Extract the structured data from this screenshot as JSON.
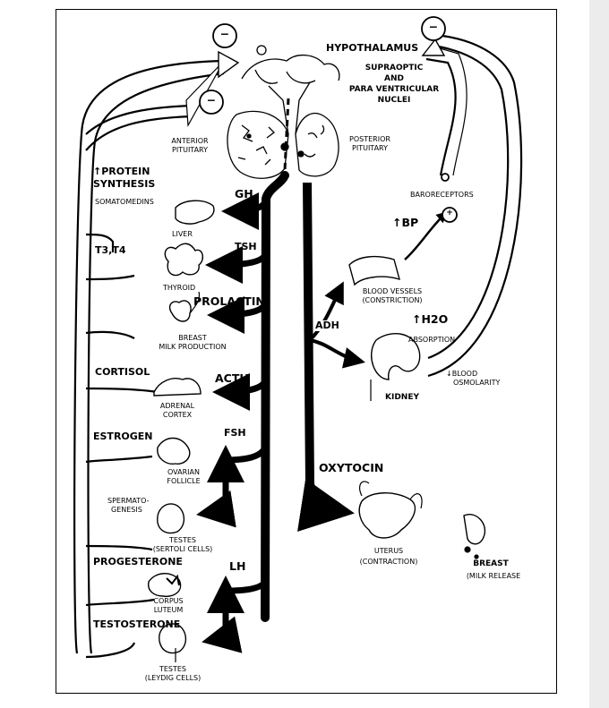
{
  "hypothalamus": "HYPOTHALAMUS",
  "supraoptic_1": "SUPRAOPTIC",
  "supraoptic_2": "AND",
  "supraoptic_3": "PARA VENTRICULAR",
  "supraoptic_4": "NUCLEI",
  "anterior_1": "ANTERIOR",
  "anterior_2": "PITUITARY",
  "posterior_1": "POSTERIOR",
  "posterior_2": "PITUITARY",
  "minus": "−",
  "plus": "+",
  "protein_1": "↑PROTEIN",
  "protein_2": "SYNTHESIS",
  "somatomedins": "SOMATOMEDINS",
  "gh": "GH",
  "liver": "LIVER",
  "t3t4": "T3,T4",
  "tsh": "TSH",
  "thyroid": "THYROID",
  "prolactin": "PROLACTIN",
  "breast_milk_1": "BREAST",
  "breast_milk_2": "MILK PRODUCTION",
  "cortisol": "CORTISOL",
  "acth": "ACTH",
  "adrenal_1": "ADRENAL",
  "adrenal_2": "CORTEX",
  "estrogen": "ESTROGEN",
  "fsh": "FSH",
  "ovarian_1": "OVARIAN",
  "ovarian_2": "FOLLICLE",
  "spermato_1": "SPERMATO-",
  "spermato_2": "GENESIS",
  "testes_sertoli_1": "TESTES",
  "testes_sertoli_2": "(SERTOLI CELLS)",
  "progesterone": "PROGESTERONE",
  "lh": "LH",
  "corpus_1": "CORPUS",
  "corpus_2": "LUTEUM",
  "testosterone": "TESTOSTERONE",
  "testes_leydig_1": "TESTES",
  "testes_leydig_2": "(LEYDIG CELLS)",
  "baroreceptors": "BARORECEPTORS",
  "bp": "↑BP",
  "vessels_1": "BLOOD VESSELS",
  "vessels_2": "(CONSTRICTION)",
  "adh": "ADH",
  "h2o": "↑H2O",
  "absorption": "ABSORPTION",
  "kidney": "KIDNEY",
  "blood_osm_1": "↓BLOOD",
  "blood_osm_2": "OSMOLARITY",
  "oxytocin": "OXYTOCIN",
  "uterus_1": "UTERUS",
  "uterus_2": "(CONTRACTION)",
  "breast_1": "BREAST",
  "breast_2": "(MILK RELEASE"
}
